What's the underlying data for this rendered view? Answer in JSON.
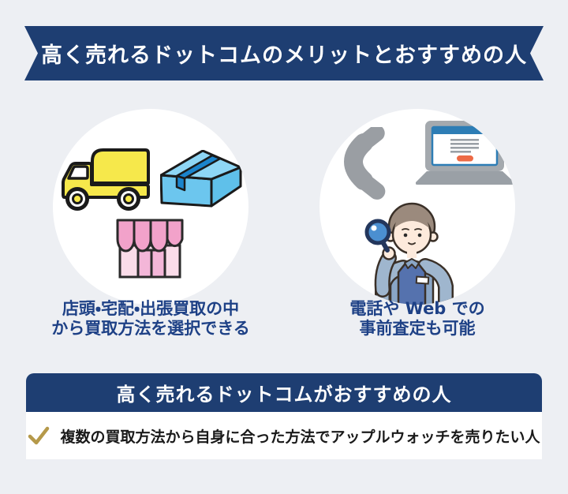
{
  "banner": {
    "title": "高く売れるドットコムのメリットとおすすめの人"
  },
  "circles": {
    "left": {
      "icons": [
        "truck-icon",
        "package-box-icon",
        "storefront-icon"
      ],
      "caption": {
        "line1": "店頭・宅配・出張買取の中",
        "line2": "から買取方法を選択できる"
      }
    },
    "right": {
      "icons": [
        "phone-handset-icon",
        "laptop-icon",
        "appraiser-person-icon"
      ],
      "caption": {
        "line1": "電話や Web での",
        "line2": "事前査定も可能"
      }
    }
  },
  "recommendation": {
    "header": "高く売れるドットコムがおすすめの人",
    "item": {
      "icon": "checkmark-icon",
      "text": "複数の買取方法から自身に合った方法でアップルウォッチを売りたい人"
    }
  },
  "colors": {
    "background": "#edeff3",
    "navy": "#1e3e72",
    "caption_blue": "#1e4186",
    "body_text": "#1a1a1a",
    "check_gold": "#b5994a",
    "truck_yellow": "#f6e84b",
    "box_blue": "#6cc6ee",
    "tape_blue": "#1b84cc",
    "shop_pink": "#f2a2ca",
    "shop_light_pink": "#fadce9",
    "phone_gray": "#9a9ea3",
    "screen_blue": "#2d7db5",
    "button_orange": "#ed6a45",
    "apron_blue": "#5572ae",
    "sleeve_blue": "#9fb6ce",
    "hair_brown": "#9b8a7d",
    "skin": "#fdeadc"
  }
}
